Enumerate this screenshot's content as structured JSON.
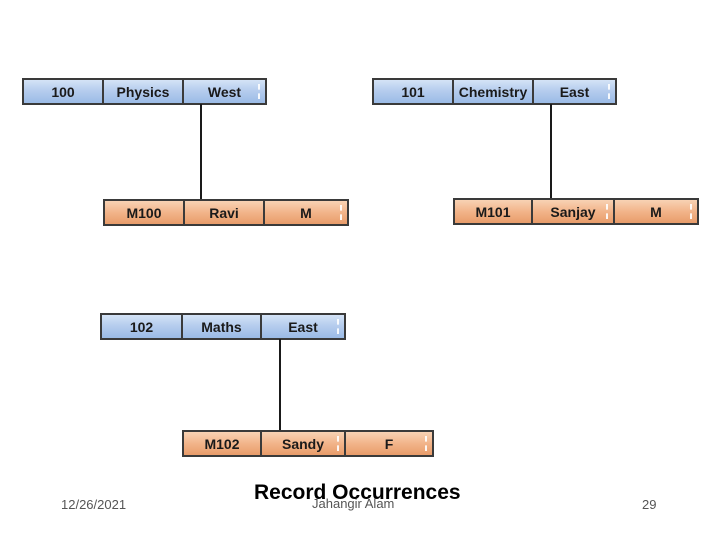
{
  "records": [
    {
      "id": "rec-100",
      "fields": [
        "100",
        "Physics",
        "West"
      ]
    },
    {
      "id": "rec-101",
      "fields": [
        "101",
        "Chemistry",
        "East"
      ]
    },
    {
      "id": "rec-m100",
      "fields": [
        "M100",
        "Ravi",
        "M"
      ]
    },
    {
      "id": "rec-m101",
      "fields": [
        "M101",
        "Sanjay",
        "M"
      ]
    },
    {
      "id": "rec-102",
      "fields": [
        "102",
        "Maths",
        "East"
      ]
    },
    {
      "id": "rec-m102",
      "fields": [
        "M102",
        "Sandy",
        "F"
      ]
    }
  ],
  "colors": {
    "parent": "#b6cdee",
    "child": "#f2b48a"
  },
  "footer": {
    "date": "12/26/2021",
    "title": "Record Occurrences",
    "author": "Jahangir Alam",
    "page": "29"
  }
}
